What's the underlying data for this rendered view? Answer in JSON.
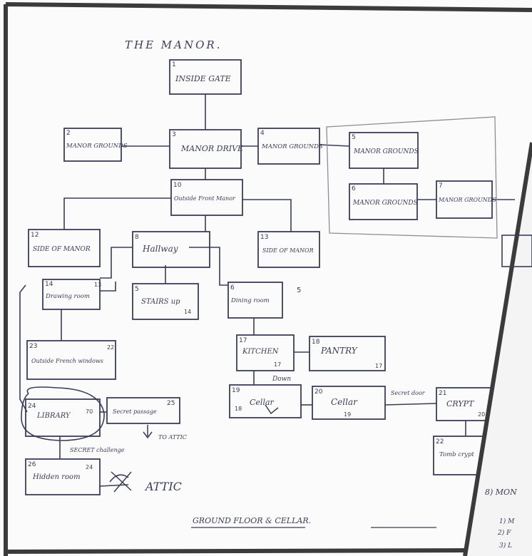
{
  "title": "THE MANOR.",
  "footer": "GROUND FLOOR & CELLAR.",
  "rooms": [
    {
      "n": "1",
      "label": "INSIDE GATE"
    },
    {
      "n": "2",
      "label": "MANOR GROUNDS"
    },
    {
      "n": "3",
      "label": "MANOR DRIVE"
    },
    {
      "n": "4",
      "label": "MANOR GROUNDS"
    },
    {
      "n": "5",
      "label": "MANOR GROUNDS"
    },
    {
      "n": "6",
      "label": "MANOR GROUNDS"
    },
    {
      "n": "7",
      "label": "MANOR GROUNDS"
    },
    {
      "n": "10",
      "label": "Outside Front Manor"
    },
    {
      "n": "12",
      "label": "SIDE OF MANOR"
    },
    {
      "n": "8",
      "label": "Hallway"
    },
    {
      "n": "13",
      "label": "SIDE OF MANOR"
    },
    {
      "n": "14",
      "label": "Drawing room"
    },
    {
      "n": "5",
      "label": "STAIRS up"
    },
    {
      "n": "6",
      "label": "Dining room"
    },
    {
      "n": "23",
      "label": "Outside French windows"
    },
    {
      "n": "17",
      "label": "KITCHEN"
    },
    {
      "n": "18",
      "label": "PANTRY"
    },
    {
      "n": "19",
      "label": "Cellar"
    },
    {
      "n": "20",
      "label": "Cellar"
    },
    {
      "n": "21",
      "label": "CRYPT"
    },
    {
      "n": "24",
      "label": "LIBRARY"
    },
    {
      "n": "25",
      "label": "Secret passage"
    },
    {
      "n": "22",
      "label": "Tomb crypt"
    },
    {
      "n": "26",
      "label": "Hidden room"
    }
  ],
  "notes": {
    "down": "Down",
    "secret_door": "Secret door",
    "to_attic": "TO ATTIC",
    "secret_challenge": "SECRET challenge",
    "attic": "ATTIC",
    "stairs_n": "14",
    "dining_n": "5",
    "kitchen_n": "17",
    "pantry_n": "17",
    "cellar1_n": "18",
    "cellar2_n": "19",
    "crypt_n": "20",
    "library_n": "70",
    "hidden_n": "24",
    "french_n": "22",
    "drawing_n": "13"
  },
  "right_page": {
    "heading": "8) MON",
    "items": [
      "1) M",
      "2) F",
      "3) L"
    ]
  }
}
